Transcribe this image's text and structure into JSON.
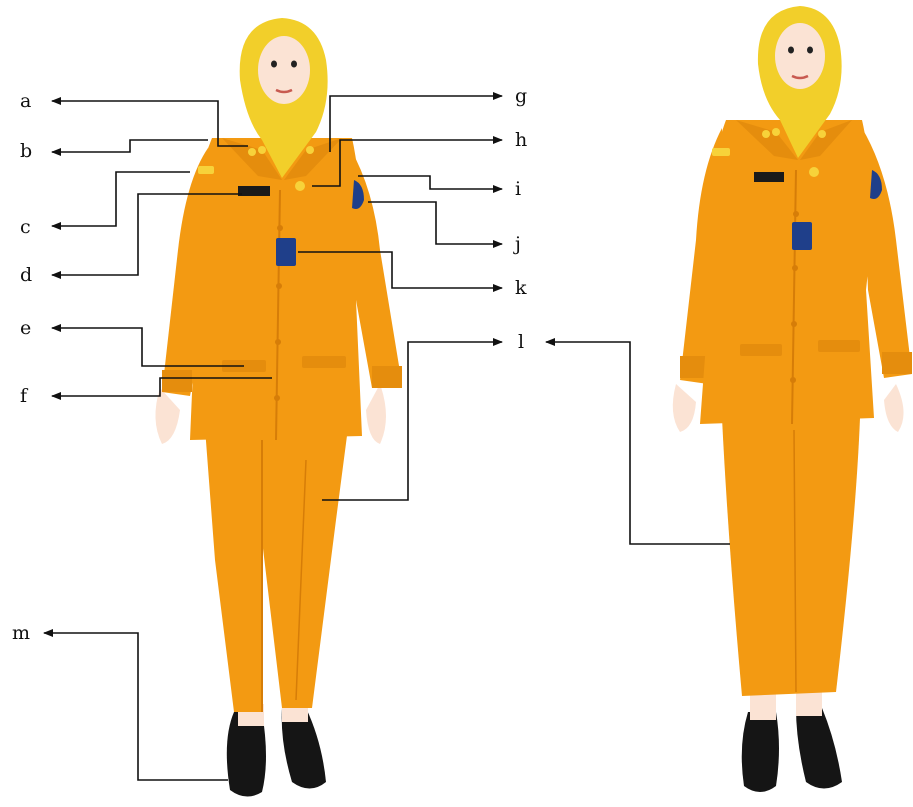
{
  "labels": {
    "a": "a",
    "b": "b",
    "c": "c",
    "d": "d",
    "e": "e",
    "f": "f",
    "g": "g",
    "h": "h",
    "i": "i",
    "j": "j",
    "k": "k",
    "l": "l",
    "m": "m"
  },
  "colors": {
    "uniform": "#f39a12",
    "uniform_shadow": "#d67d08",
    "hijab": "#f2cf2a",
    "hijab_shadow": "#e3b818",
    "skin": "#fbe3d4",
    "shoe": "#151515",
    "badge": "#1f3f8a",
    "pin": "#f7d23a",
    "line": "#111111"
  },
  "icons": [
    "figure-pants",
    "figure-skirt",
    "id-card",
    "name-tag",
    "shoulder-patch",
    "collar-pin"
  ]
}
